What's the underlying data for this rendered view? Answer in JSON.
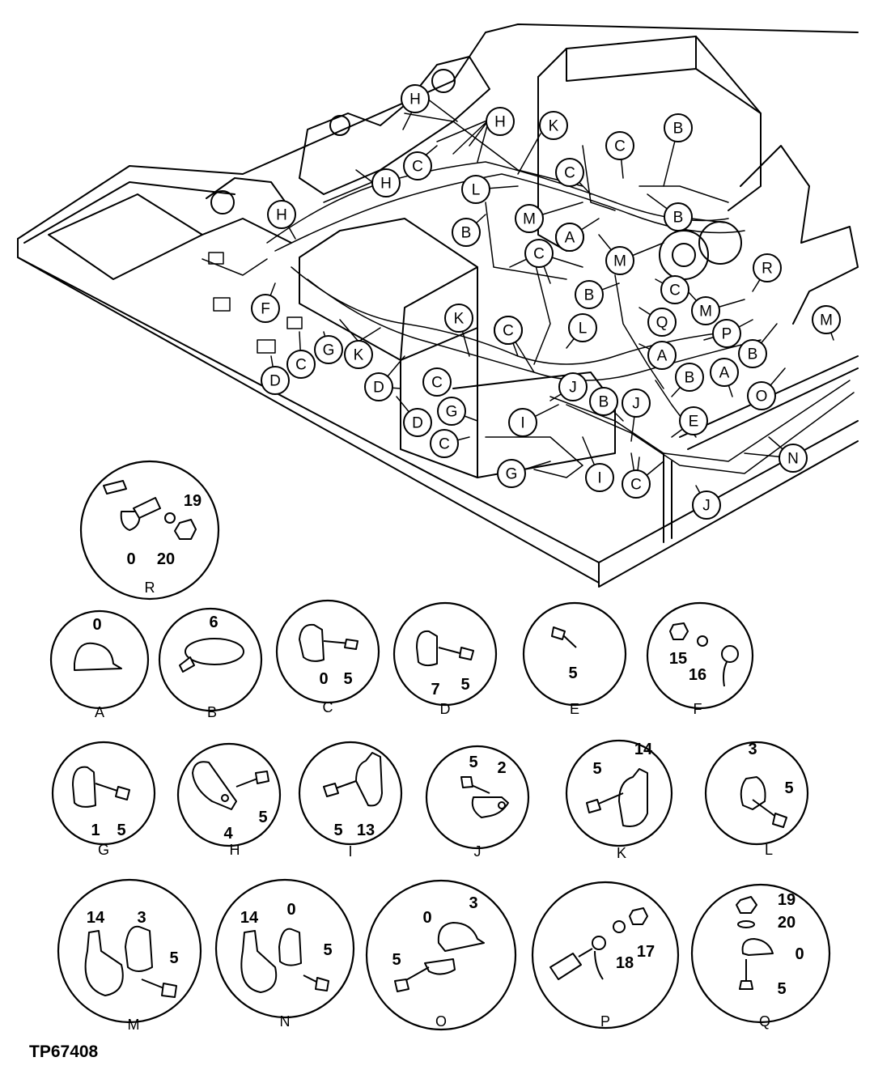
{
  "figure_id": "TP67408",
  "overview": {
    "callouts": [
      "H",
      "H",
      "K",
      "C",
      "H",
      "C",
      "C",
      "B",
      "H",
      "L",
      "H",
      "M",
      "B",
      "B",
      "A",
      "C",
      "M",
      "F",
      "B",
      "C",
      "M",
      "R",
      "C",
      "L",
      "Q",
      "K",
      "C",
      "G",
      "K",
      "C",
      "A",
      "P",
      "B",
      "M",
      "D",
      "D",
      "C",
      "J",
      "B",
      "A",
      "B",
      "G",
      "J",
      "O",
      "E",
      "D",
      "I",
      "C",
      "G",
      "I",
      "C",
      "N",
      "J"
    ]
  },
  "details": [
    {
      "letter": "R",
      "numbers": [
        "19",
        "0",
        "20"
      ]
    },
    {
      "letter": "A",
      "numbers": [
        "0"
      ]
    },
    {
      "letter": "B",
      "numbers": [
        "6"
      ]
    },
    {
      "letter": "C",
      "numbers": [
        "0",
        "5"
      ]
    },
    {
      "letter": "D",
      "numbers": [
        "7",
        "5"
      ]
    },
    {
      "letter": "E",
      "numbers": [
        "5"
      ]
    },
    {
      "letter": "F",
      "numbers": [
        "15",
        "16"
      ]
    },
    {
      "letter": "G",
      "numbers": [
        "1",
        "5"
      ]
    },
    {
      "letter": "H",
      "numbers": [
        "4",
        "5"
      ]
    },
    {
      "letter": "I",
      "numbers": [
        "5",
        "13"
      ]
    },
    {
      "letter": "J",
      "numbers": [
        "5",
        "2"
      ]
    },
    {
      "letter": "K",
      "numbers": [
        "14",
        "5"
      ]
    },
    {
      "letter": "L",
      "numbers": [
        "3",
        "5"
      ]
    },
    {
      "letter": "M",
      "numbers": [
        "14",
        "3",
        "5"
      ]
    },
    {
      "letter": "N",
      "numbers": [
        "14",
        "0",
        "5"
      ]
    },
    {
      "letter": "O",
      "numbers": [
        "3",
        "0",
        "5"
      ]
    },
    {
      "letter": "P",
      "numbers": [
        "18",
        "17"
      ]
    },
    {
      "letter": "Q",
      "numbers": [
        "19",
        "20",
        "0",
        "5"
      ]
    }
  ],
  "colors": {
    "line": "#000000",
    "background": "#ffffff"
  }
}
